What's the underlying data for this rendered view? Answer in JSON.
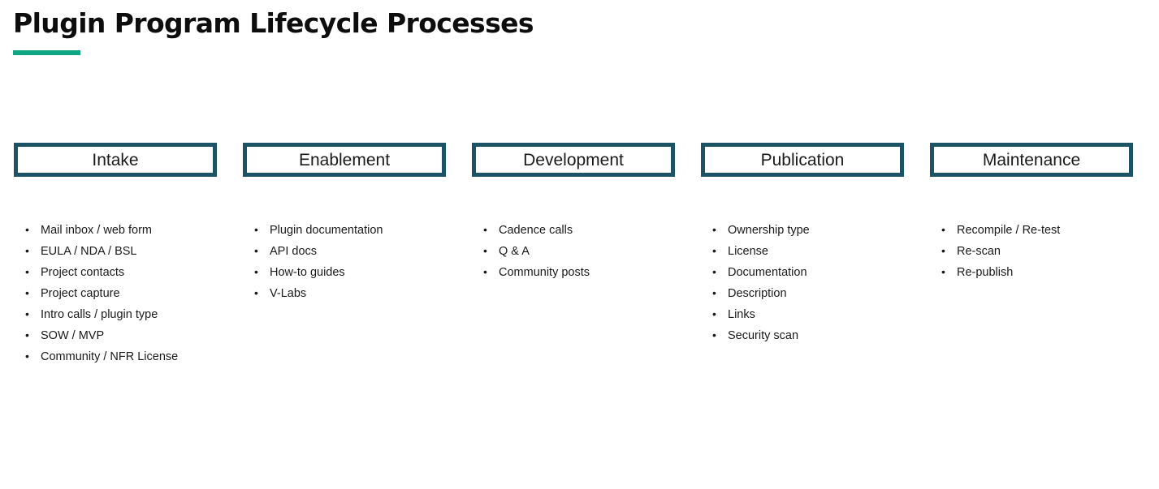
{
  "slide": {
    "title": "Plugin Program Lifecycle Processes",
    "accent_color": "#11a683",
    "box_border_color": "#1c5365",
    "text_color": "#1a1a1a",
    "background_color": "#ffffff",
    "bullet_glyph": "•"
  },
  "columns": [
    {
      "phase": "Intake",
      "items": [
        "Mail inbox / web form",
        "EULA / NDA / BSL",
        "Project contacts",
        "Project capture",
        "Intro calls / plugin type",
        "SOW / MVP",
        "Community / NFR License"
      ]
    },
    {
      "phase": "Enablement",
      "items": [
        "Plugin documentation",
        "API docs",
        "How-to guides",
        "V-Labs"
      ]
    },
    {
      "phase": "Development",
      "items": [
        "Cadence calls",
        "Q & A",
        "Community posts"
      ]
    },
    {
      "phase": "Publication",
      "items": [
        "Ownership type",
        "License",
        "Documentation",
        "Description",
        "Links",
        "Security scan"
      ]
    },
    {
      "phase": "Maintenance",
      "items": [
        "Recompile / Re-test",
        "Re-scan",
        "Re-publish"
      ]
    }
  ]
}
